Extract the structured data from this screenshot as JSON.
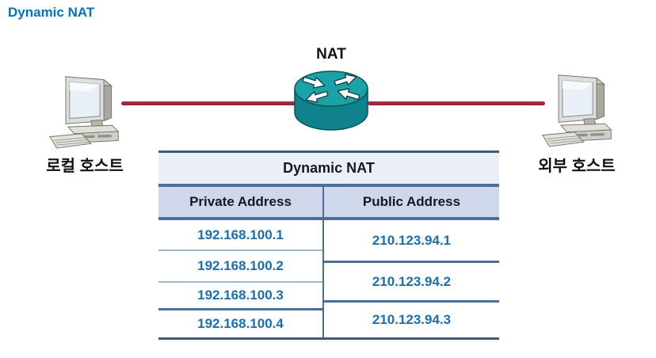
{
  "page": {
    "title": "Dynamic NAT"
  },
  "diagram": {
    "nat_label": "NAT",
    "left_host_label": "로컬 호스트",
    "right_host_label": "외부 호스트"
  },
  "table": {
    "title": "Dynamic NAT",
    "columns": [
      "Private Address",
      "Public Address"
    ],
    "private_addresses": [
      "192.168.100.1",
      "192.168.100.2",
      "192.168.100.3",
      "192.168.100.4"
    ],
    "public_addresses": [
      "210.123.94.1",
      "210.123.94.2",
      "210.123.94.3"
    ],
    "mappings": [
      {
        "private": [
          "192.168.100.1"
        ],
        "public": "210.123.94.1"
      },
      {
        "private": [
          "192.168.100.2",
          "192.168.100.3"
        ],
        "public": "210.123.94.2"
      },
      {
        "private": [
          "192.168.100.4"
        ],
        "public": "210.123.94.3"
      }
    ]
  },
  "colors": {
    "title_blue": "#0073C6",
    "ip_blue": "#1B6FB0",
    "steel_border": "#4A6F9B",
    "outer_border": "#3E5C7E",
    "thin_separator": "#A3B8D0",
    "header_bg": "#EAEFF8",
    "column_header_bg": "#CFD8EA",
    "link_red": "#A12B3D",
    "router_teal_top": "#1BA2A6",
    "router_teal_body": "#10828C"
  }
}
